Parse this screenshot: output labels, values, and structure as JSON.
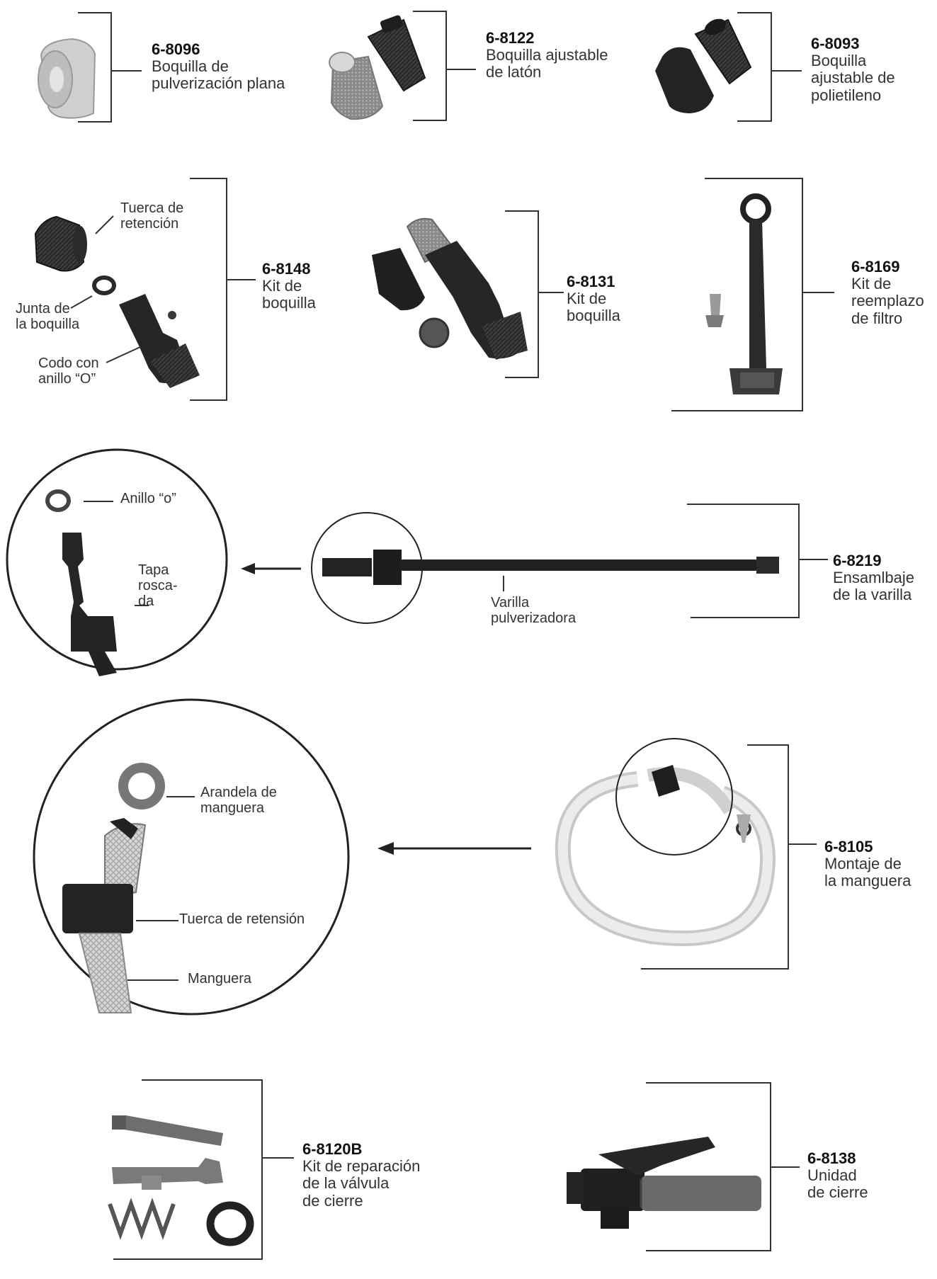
{
  "parts": [
    {
      "code": "6-8096",
      "desc": [
        "Boquilla de",
        "pulverización plana"
      ]
    },
    {
      "code": "6-8122",
      "desc": [
        "Boquilla ajustable",
        "de latón"
      ]
    },
    {
      "code": "6-8093",
      "desc": [
        "Boquilla",
        "ajustable de",
        "polietileno"
      ]
    },
    {
      "code": "6-8148",
      "desc": [
        "Kit de",
        "boquilla"
      ]
    },
    {
      "code": "6-8131",
      "desc": [
        "Kit de",
        "boquilla"
      ]
    },
    {
      "code": "6-8169",
      "desc": [
        "Kit de",
        "reemplazo",
        "de filtro"
      ]
    },
    {
      "code": "6-8219",
      "desc": [
        "Ensamlbaje",
        "de la varilla"
      ]
    },
    {
      "code": "6-8105",
      "desc": [
        "Montaje de",
        "la manguera"
      ]
    },
    {
      "code": "6-8120B",
      "desc": [
        "Kit de reparación",
        "de la válvula",
        "de cierre"
      ]
    },
    {
      "code": "6-8138",
      "desc": [
        "Unidad",
        "de cierre"
      ]
    }
  ],
  "callouts": {
    "tuerca_retencion": [
      "Tuerca de",
      "retención"
    ],
    "junta_boquilla": [
      "Junta de",
      "la boquilla"
    ],
    "codo_anillo": [
      "Codo con",
      "anillo “O”"
    ],
    "anillo_o": "Anillo “o”",
    "tapa_roscada": [
      "Tapa",
      "rosca-",
      "da"
    ],
    "varilla": [
      "Varilla",
      "pulverizadora"
    ],
    "arandela": [
      "Arandela de",
      "manguera"
    ],
    "tuerca_retension": "Tuerca de retensión",
    "manguera": "Manguera"
  },
  "colors": {
    "ink": "#1c1c1c",
    "line": "#333333",
    "brass": "#b9b9b9",
    "hose": "#d9d9d9"
  }
}
